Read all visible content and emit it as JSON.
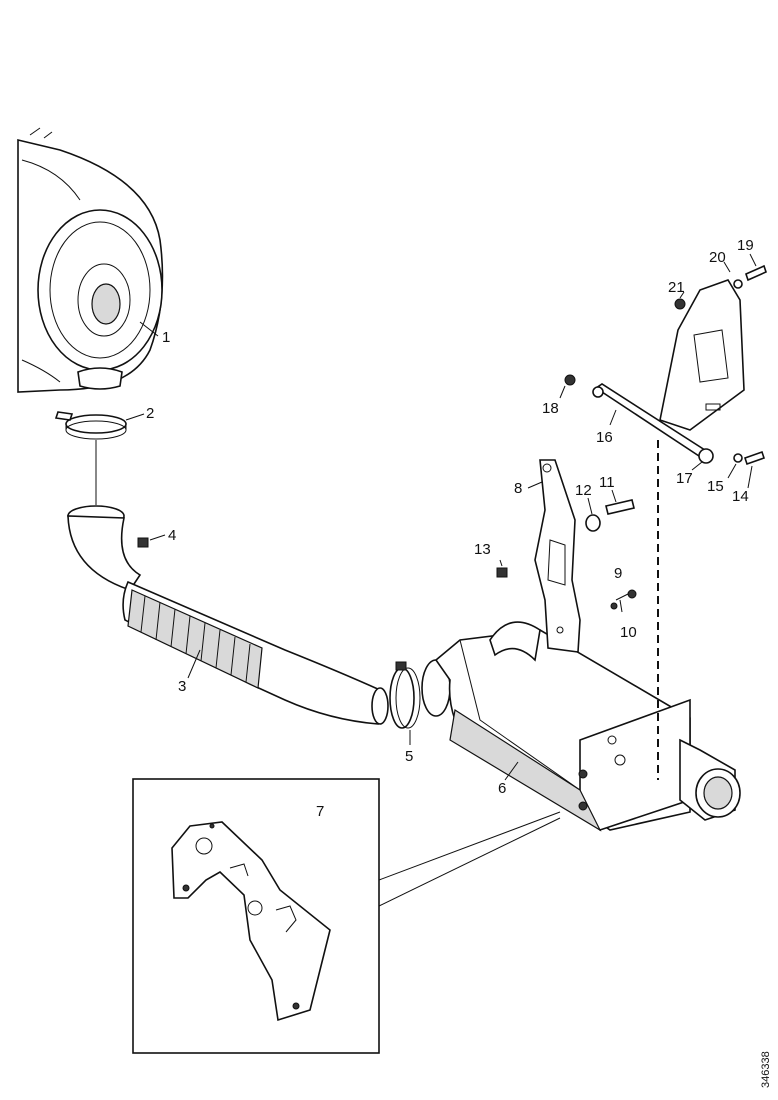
{
  "diagram": {
    "callouts": {
      "c1": "1",
      "c2": "2",
      "c3": "3",
      "c4": "4",
      "c5": "5",
      "c6": "6",
      "c7": "7",
      "c8": "8",
      "c9": "9",
      "c10": "10",
      "c11": "11",
      "c12": "12",
      "c13": "13",
      "c14": "14",
      "c15": "15",
      "c16": "16",
      "c17": "17",
      "c18": "18",
      "c19": "19",
      "c20": "20",
      "c21": "21"
    },
    "figure_id": "346338"
  }
}
